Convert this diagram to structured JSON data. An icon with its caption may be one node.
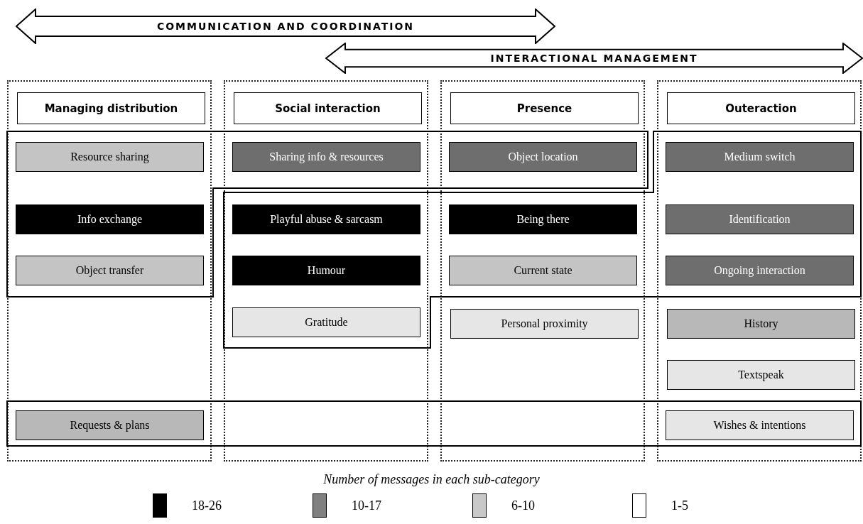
{
  "diagram": {
    "nodes": [
      {
        "text": [
          "COMMUNICATION AND COORDINATION"
        ]
      },
      {
        "text": [
          "INTERACTIONAL MANAGEMENT"
        ]
      },
      {
        "text": [],
        "shape": "box"
      },
      {
        "text": [
          "Managing distribution"
        ],
        "in": 2
      },
      {
        "text": [
          "Resource sharing"
        ]
      },
      {
        "text": [
          "Info exchange"
        ]
      },
      {
        "text": [
          "Object transfer"
        ]
      },
      {
        "text": [
          "Requests & plans"
        ]
      },
      {
        "text": [],
        "shape": "box"
      },
      {
        "text": [
          "Social interaction"
        ],
        "in": 8
      },
      {
        "text": [
          "Sharing info & resources"
        ]
      },
      {
        "text": [
          "Playful abuse & sarcasm"
        ]
      },
      {
        "text": [
          "Humour"
        ]
      },
      {
        "text": [
          "Gratitude"
        ]
      },
      {
        "text": [],
        "shape": "box"
      },
      {
        "text": [
          "Presence"
        ],
        "in": 14
      },
      {
        "text": [
          "Object location"
        ]
      },
      {
        "text": [
          "Being there"
        ]
      },
      {
        "text": [
          "Current state"
        ]
      },
      {
        "text": [
          "Personal proximity"
        ],
        "in": 14
      },
      {
        "text": [],
        "shape": "box"
      },
      {
        "text": [
          "Outeraction"
        ],
        "in": 20
      },
      {
        "text": [
          "Medium switch"
        ]
      },
      {
        "text": [
          "Identification"
        ]
      },
      {
        "text": [
          "Ongoing interaction"
        ]
      },
      {
        "text": [
          "History"
        ],
        "in": 20
      },
      {
        "text": [
          "Textspeak"
        ],
        "in": 20
      },
      {
        "text": [
          "Wishes & intentions"
        ]
      },
      {
        "text": [],
        "shape": "outline"
      },
      {
        "text": [],
        "shape": "outline"
      },
      {
        "text": [],
        "shape": "box"
      }
    ],
    "labels": [
      "Number of messages in each sub-category"
    ],
    "legend": [
      {
        "text": "18-26",
        "color": "#000000"
      },
      {
        "text": "10-17",
        "color": "#808080"
      },
      {
        "text": "6-10",
        "color": "#c8c8c8"
      },
      {
        "text": "1-5",
        "color": "#ffffff"
      }
    ]
  }
}
